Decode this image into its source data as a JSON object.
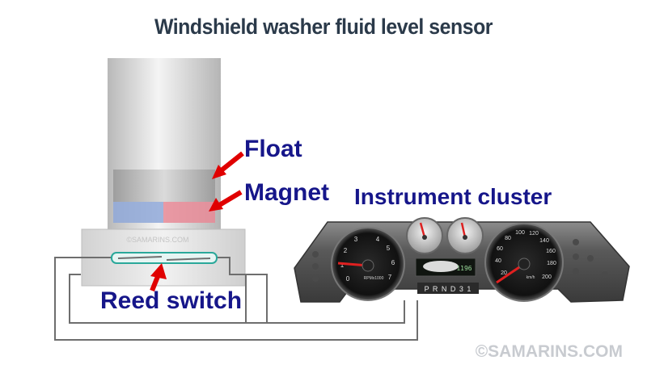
{
  "title": "Windshield washer fluid level sensor",
  "labels": {
    "float": "Float",
    "magnet": "Magnet",
    "reed_switch": "Reed switch",
    "instrument_cluster": "Instrument cluster"
  },
  "watermark": "©SAMARINS.COM",
  "cluster": {
    "tach_label": "RPMx1000",
    "tach_ticks": [
      "0",
      "1",
      "2",
      "3",
      "4",
      "5",
      "6",
      "7"
    ],
    "speed_label": "km/h",
    "speed_ticks": [
      "20",
      "40",
      "60",
      "80",
      "100",
      "120",
      "140",
      "160",
      "180",
      "200"
    ],
    "gear_indicator": "P R N D 3 1",
    "odometer": "1196"
  },
  "colors": {
    "title": "#2b3a4a",
    "label": "#16168a",
    "arrow": "#e00000",
    "wire": "#6e6e6e",
    "magnet_blue": "#8fa8d8",
    "magnet_red": "#e88a96",
    "reed_glass": "#2aa89a"
  }
}
